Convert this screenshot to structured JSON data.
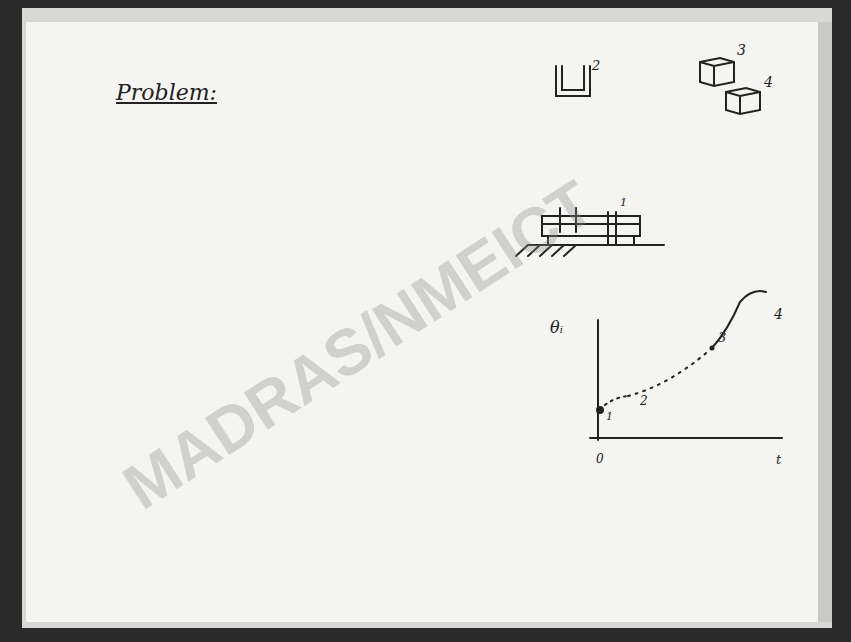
{
  "diagram": {
    "title": "Problem:",
    "labels": [
      "2",
      "3",
      "4",
      "1",
      "θᵢ",
      "1",
      "2",
      "3",
      "4",
      "0",
      "t",
      "MADRAS/NMEICT"
    ]
  }
}
